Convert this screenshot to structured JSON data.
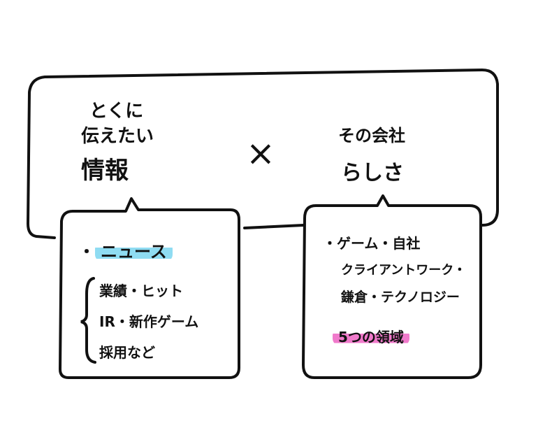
{
  "colors": {
    "ink": "#111111",
    "highlight_blue": "#8fdcf2",
    "highlight_pink": "#f07acb"
  },
  "left_heading": {
    "line1": "とくに",
    "line2": "伝えたい",
    "line3": "情報"
  },
  "operator": "×",
  "right_heading": {
    "line1": "その会社",
    "line2": "らしさ"
  },
  "left_box": {
    "bullet": "・",
    "highlight": "ニュース",
    "items": [
      "業績・ヒット",
      "IR・新作ゲーム",
      "採用など"
    ]
  },
  "right_box": {
    "items": [
      "・ゲーム・自社",
      "クライアントワーク・",
      "鎌倉・テクノロジー"
    ],
    "highlight": "5つの領域"
  }
}
